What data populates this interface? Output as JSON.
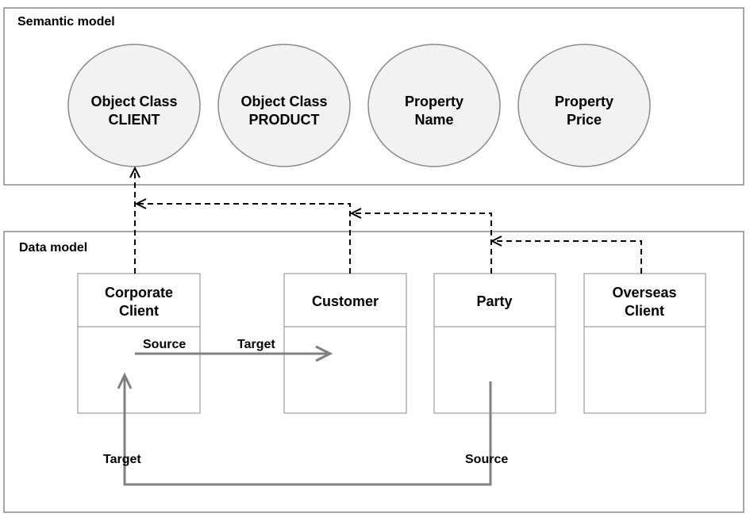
{
  "semantic_model": {
    "title": "Semantic model",
    "concepts": [
      {
        "line1": "Object Class",
        "line2": "CLIENT"
      },
      {
        "line1": "Object Class",
        "line2": "PRODUCT"
      },
      {
        "line1": "Property",
        "line2": "Name"
      },
      {
        "line1": "Property",
        "line2": "Price"
      }
    ]
  },
  "data_model": {
    "title": "Data model",
    "classes": [
      {
        "line1": "Corporate",
        "line2": "Client"
      },
      {
        "line1": "Customer",
        "line2": ""
      },
      {
        "line1": "Party",
        "line2": ""
      },
      {
        "line1": "Overseas",
        "line2": "Client"
      }
    ],
    "associations": {
      "horizontal_source": "Source",
      "horizontal_target": "Target",
      "bottom_target": "Target",
      "bottom_source": "Source"
    }
  },
  "colors": {
    "panel_border": "#8a8a8a",
    "ellipse_fill": "#f2f2f2",
    "association_line": "#808080",
    "mapping_line": "#000000"
  }
}
